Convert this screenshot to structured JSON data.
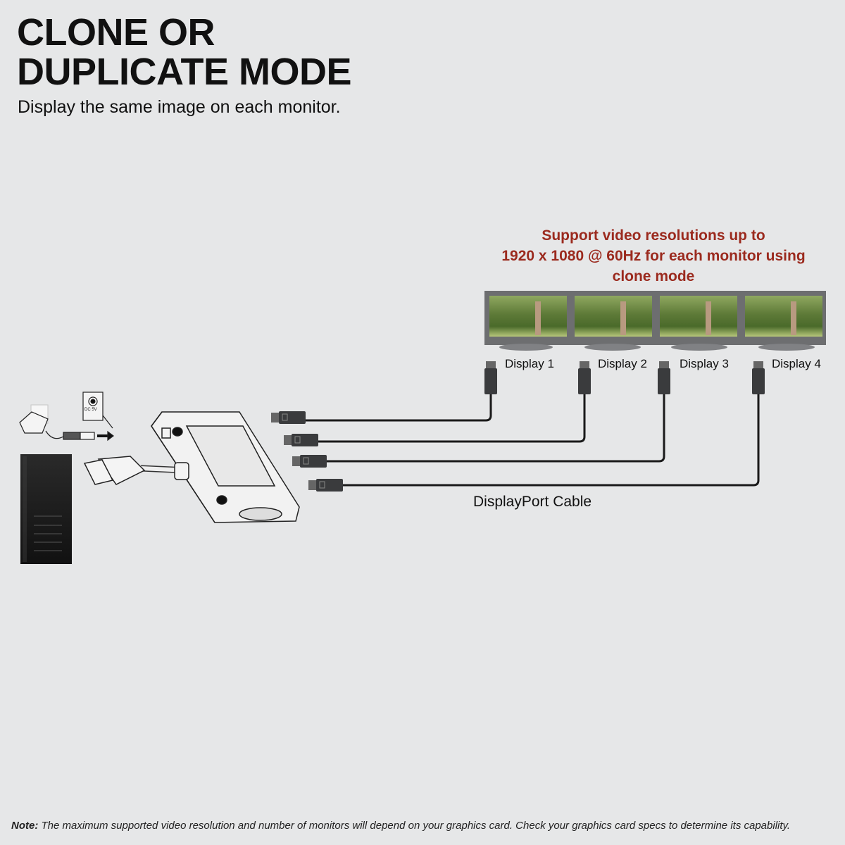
{
  "title_line1": "CLONE OR",
  "title_line2": "DUPLICATE MODE",
  "subtitle": "Display the same image on each monitor.",
  "support_text": {
    "line1": "Support video resolutions up to",
    "line2": "1920 x 1080 @ 60Hz for each monitor using",
    "line3": "clone mode"
  },
  "displays": [
    "Display 1",
    "Display 2",
    "Display 3",
    "Display 4"
  ],
  "cable_label": "DisplayPort Cable",
  "power_label": "DC 5V",
  "note": {
    "label": "Note:",
    "text": " The maximum supported video resolution and number of monitors will depend on your graphics card. Check your graphics card specs to determine its capability."
  },
  "colors": {
    "background": "#e6e7e8",
    "accent": "#9b2a1e"
  }
}
